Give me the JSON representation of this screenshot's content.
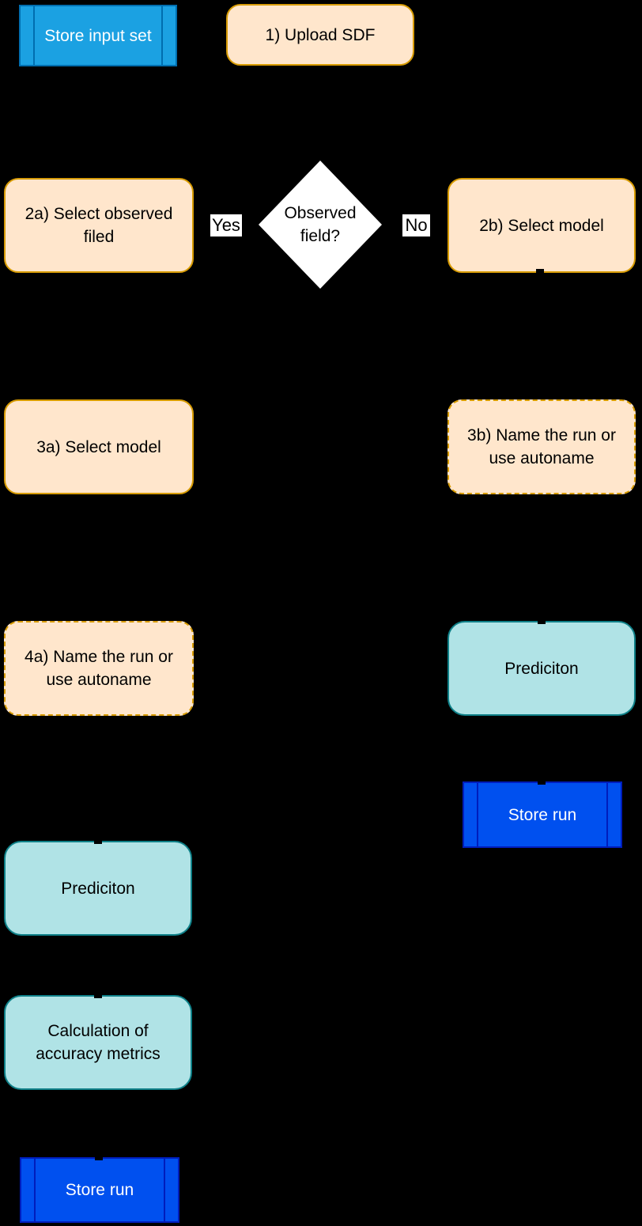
{
  "diagram": {
    "background": "#000000",
    "colors": {
      "process_blue_fill": "#1BA1E2",
      "process_blue_stroke": "#006EAF",
      "store_blue_fill": "#0050EF",
      "store_blue_stroke": "#001DBC",
      "step_orange_fill": "#FFE6CC",
      "step_orange_stroke": "#D79B00",
      "result_teal_fill": "#B0E3E6",
      "result_teal_stroke": "#0E8088",
      "decision_fill": "#FFFFFF",
      "text_dark": "#000000",
      "text_light": "#FFFFFF"
    },
    "nodes": {
      "store_input_set": {
        "label": "Store input set",
        "shape": "predefined-process"
      },
      "upload_sdf": {
        "label": "1) Upload SDF",
        "shape": "rounded-step"
      },
      "decision": {
        "label": "Observed field?",
        "shape": "diamond"
      },
      "select_observed_field": {
        "label": "2a) Select observed filed",
        "shape": "rounded-step"
      },
      "select_model_no_branch": {
        "label": "2b) Select model",
        "shape": "rounded-step"
      },
      "select_model_yes_branch": {
        "label": "3a) Select model",
        "shape": "rounded-step"
      },
      "name_run_no_branch": {
        "label": "3b) Name the run or use autoname",
        "shape": "rounded-step-dashed"
      },
      "name_run_yes_branch": {
        "label": "4a) Name the run or use autoname",
        "shape": "rounded-step-dashed"
      },
      "prediction_no_branch": {
        "label": "Prediciton",
        "shape": "rounded-result"
      },
      "store_run_no_branch": {
        "label": "Store run",
        "shape": "predefined-process"
      },
      "prediction_yes_branch": {
        "label": "Prediciton",
        "shape": "rounded-result"
      },
      "calculation_metrics": {
        "label": "Calculation of accuracy metrics",
        "shape": "rounded-result"
      },
      "store_run_yes_branch": {
        "label": "Store run",
        "shape": "predefined-process"
      }
    },
    "edge_labels": {
      "yes": "Yes",
      "no": "No"
    }
  }
}
